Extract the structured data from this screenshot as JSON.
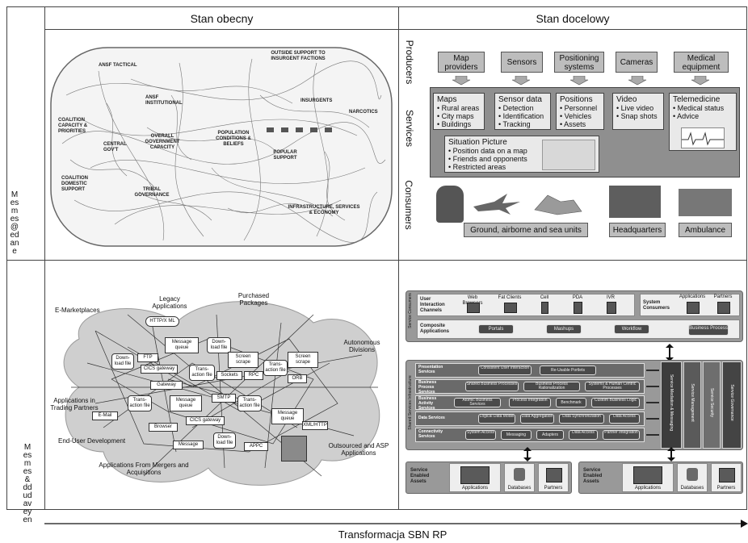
{
  "header": {
    "left": "Stan obecny",
    "right": "Stan docelowy"
  },
  "left_axis": {
    "top": "Mesmes@edane",
    "bottom": "Mesmes&ddudaveyen"
  },
  "footer": {
    "label": "Transformacja SBN RP"
  },
  "tl_diagram": {
    "labels": [
      "ANSF TACTICAL",
      "ANSF INSTITUTIONAL",
      "OUTSIDE SUPPORT TO INSURGENT FACTIONS",
      "INSURGENTS",
      "NARCOTICS",
      "COALITION CAPACITY & PRIORITIES",
      "OVERALL GOVERNMENT CAPACITY",
      "POPULATION CONDITIONS & BELIEFS",
      "POPULAR SUPPORT",
      "CENTRAL GOV'T",
      "COALITION DOMESTIC SUPPORT",
      "TRIBAL GOVERNANCE",
      "INFRASTRUCTURE, SERVICES & ECONOMY"
    ]
  },
  "tr_diagram": {
    "rows": {
      "producers": "Producers",
      "services": "Services",
      "consumers": "Consumers"
    },
    "producers": [
      "Map providers",
      "Sensors",
      "Positioning systems",
      "Cameras",
      "Medical equipment"
    ],
    "services": [
      {
        "title": "Maps",
        "items": [
          "• Rural areas",
          "• City maps",
          "• Buildings"
        ]
      },
      {
        "title": "Sensor data",
        "items": [
          "• Detection",
          "• Identification",
          "• Tracking"
        ]
      },
      {
        "title": "Positions",
        "items": [
          "• Personnel",
          "• Vehicles",
          "• Assets"
        ]
      },
      {
        "title": "Video",
        "items": [
          "• Live video",
          "• Snap shots"
        ]
      },
      {
        "title": "Telemedicine",
        "items": [
          "• Medical status",
          "• Advice"
        ]
      }
    ],
    "situation": {
      "title": "Situation Picture",
      "items": [
        "• Position data on a map",
        "• Friends and opponents",
        "• Restricted areas"
      ]
    },
    "consumers": [
      "Ground, airborne and sea units",
      "Headquarters",
      "Ambulance"
    ]
  },
  "bl_diagram": {
    "labels": [
      "E-Marketplaces",
      "Legacy Applications",
      "Purchased Packages",
      "Autonomous Divisions",
      "Applications in Trading Partners",
      "End-User Development",
      "Applications From Mergers and Acquisitions",
      "Outsourced and ASP Applications"
    ],
    "nodes": [
      "HTTP/X ML",
      "Message queue",
      "Down-load file",
      "Screen scrape",
      "Screen scrape",
      "Down-load file",
      "FTP",
      "CICS gateway",
      "Trans-action file",
      "Sockets",
      "RPC",
      "Trans-action file",
      "ORB",
      "Gateway",
      "Trans-action file",
      "Message queue",
      "SMTP",
      "Trans-action file",
      "Message queue",
      "XML/HTTP",
      "E-Mail",
      "Browser",
      "CICS gateway",
      "Message",
      "Down-load file",
      "APPC"
    ]
  },
  "br_diagram": {
    "consumers_label": "Service Consumers",
    "channels_label": "User Interaction Channels",
    "channels": [
      "Web Browsers",
      "Fat Clients",
      "Cell",
      "PDA",
      "IVR"
    ],
    "system_consumers": "System Consumers",
    "sys_items": [
      "Applications",
      "Partners"
    ],
    "composite_label": "Composite Applications",
    "composite": [
      "Portals",
      "Mashups",
      "Workflow",
      "Business Process"
    ],
    "infra_label": "Shared Services Infrastructure",
    "layers": [
      {
        "name": "Presentation Services",
        "items": [
          "Consistent User Interaction",
          "Re-Usable Portlets"
        ]
      },
      {
        "name": "Business Process Services",
        "items": [
          "Shared Business Processes",
          "Business Process Rationalization",
          "Systems & Human Centric Processes"
        ]
      },
      {
        "name": "Business Activity Services",
        "items": [
          "Atomic Business Services",
          "Process Integration",
          "Benchmark",
          "Custom Business Logic"
        ]
      },
      {
        "name": "Data Services",
        "items": [
          "Logical Data Model",
          "Data Aggregation",
          "Data Synchronization",
          "Data Access"
        ]
      },
      {
        "name": "Connectivity Services",
        "items": [
          "System Access",
          "Messaging",
          "Adapters",
          "Data Access",
          "Partner Integration"
        ]
      }
    ],
    "columns": [
      "Service Mediation & Messaging",
      "Service Management",
      "Service Security",
      "Service Governance"
    ],
    "assets_label": "Service Enabled Assets",
    "assets": [
      "Applications",
      "Databases",
      "Partners"
    ]
  }
}
